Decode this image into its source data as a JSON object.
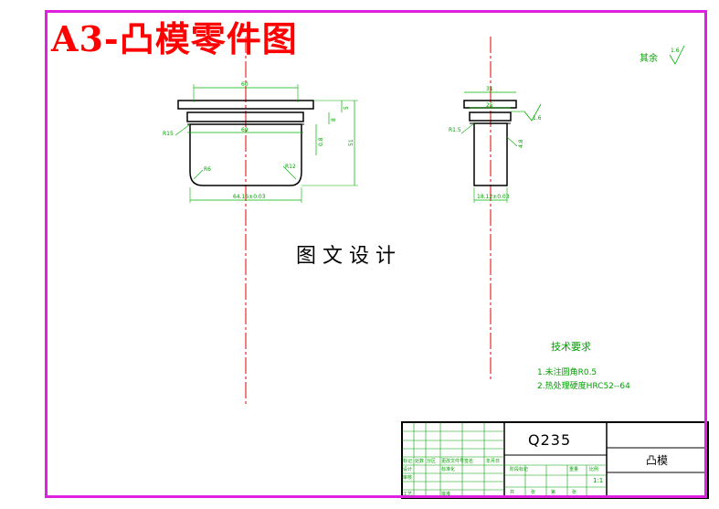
{
  "title": "A3-凸模零件图",
  "watermark": "图文设计",
  "roughness_note": "其余",
  "tech_requirements": {
    "heading": "技术要求",
    "items": [
      "1.未注圆角R0.5",
      "2.热处理硬度HRC52--64"
    ]
  },
  "left_view_dims": {
    "top_width": "60",
    "flange_width": "69",
    "bottom_width": "64.16±0.03",
    "r_left": "R15",
    "r_bottom_left": "R6",
    "r_bottom_right": "R12",
    "h_top": "5",
    "h_flange": "8",
    "h_total": "51",
    "h_body": "0.8"
  },
  "right_view_dims": {
    "top_width": "31",
    "flange_width": "25",
    "bottom_width": "18.12±0.03",
    "r_left": "R1.5",
    "angle": "4.8",
    "roughness_mark": "1.6"
  },
  "title_block": {
    "material": "Q235",
    "part_name": "凸模",
    "scale": "1:1",
    "row_labels": [
      "标记",
      "处数",
      "分区",
      "更改文件号",
      "签名",
      "年月日",
      "设计",
      "标准化",
      "阶段标记",
      "重量",
      "比例",
      "审核",
      "工艺",
      "批准",
      "共",
      "张",
      "第",
      "张"
    ]
  },
  "colors": {
    "frame": "#e020e0",
    "title": "#ff0000",
    "drawing_lines": "#00b000",
    "outline": "#000000",
    "centerline": "#e00000",
    "title_block_lines": "#00a000"
  }
}
